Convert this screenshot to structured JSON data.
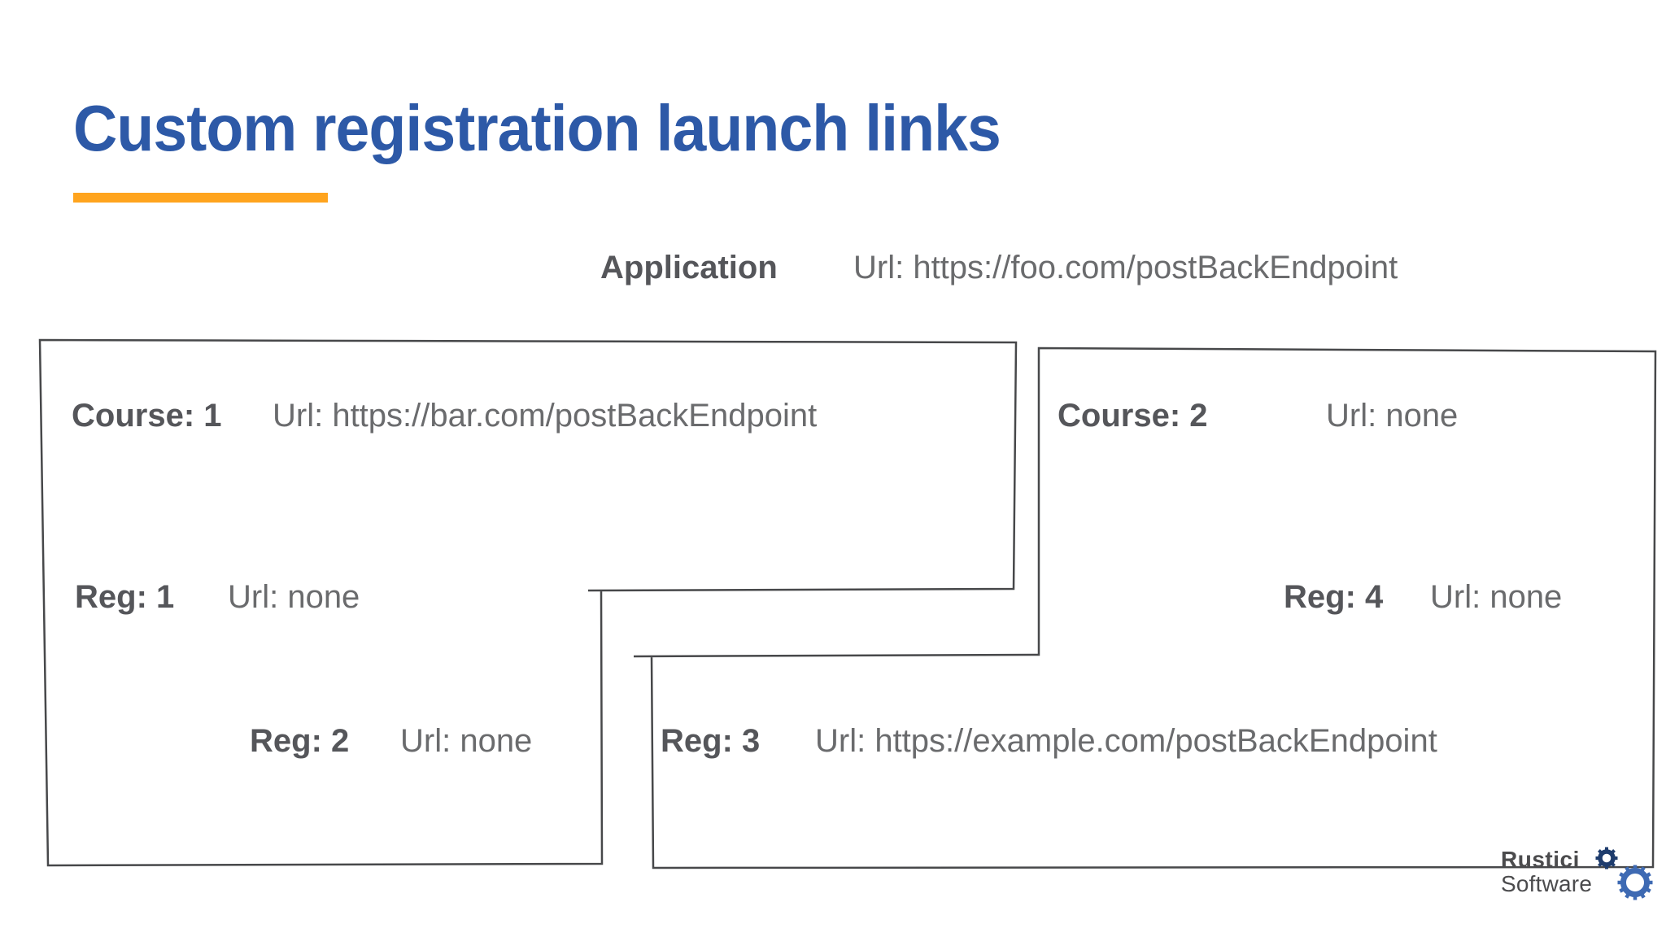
{
  "slide": {
    "title": "Custom registration launch links"
  },
  "application": {
    "label": "Application",
    "url": "Url: https://foo.com/postBackEndpoint"
  },
  "courses": [
    {
      "label": "Course: 1",
      "url": "Url: https://bar.com/postBackEndpoint"
    },
    {
      "label": "Course: 2",
      "url": "Url: none"
    }
  ],
  "registrations": [
    {
      "label": "Reg: 1",
      "url": "Url: none"
    },
    {
      "label": "Reg: 2",
      "url": "Url: none"
    },
    {
      "label": "Reg: 3",
      "url": "Url: https://example.com/postBackEndpoint"
    },
    {
      "label": "Reg: 4",
      "url": "Url: none"
    }
  ],
  "logo": {
    "name_top": "Rustici",
    "name_bottom": "Software"
  },
  "colors": {
    "title_blue": "#2D59A7",
    "accent_orange": "#FFA41E",
    "label_gray": "#55565A",
    "url_gray": "#6A6B6D",
    "outline_gray": "#47484A",
    "gear_dark_navy": "#1E3C6D",
    "gear_blue": "#3E6AB3"
  }
}
